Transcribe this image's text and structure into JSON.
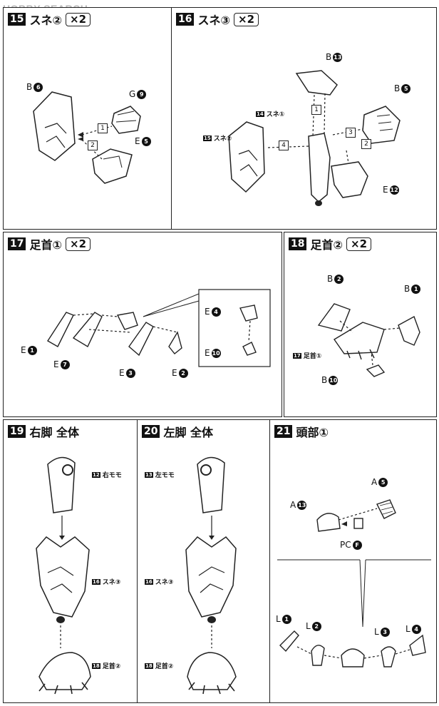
{
  "watermark": "HOBBY SEARCH",
  "panels": {
    "p15": {
      "num": "15",
      "title": "スネ②",
      "qty": "×2",
      "labels": {
        "b6": {
          "letter": "B",
          "num": "6"
        },
        "g9": {
          "letter": "G",
          "num": "9"
        },
        "e5": {
          "letter": "E",
          "num": "5"
        }
      },
      "steps": [
        "1",
        "2"
      ]
    },
    "p16": {
      "num": "16",
      "title": "スネ③",
      "qty": "×2",
      "labels": {
        "b13": {
          "letter": "B",
          "num": "13"
        },
        "b5": {
          "letter": "B",
          "num": "5"
        },
        "e12": {
          "letter": "E",
          "num": "12"
        },
        "ref14": {
          "num": "14",
          "text": "スネ①"
        },
        "ref15": {
          "num": "15",
          "text": "スネ②"
        }
      },
      "steps": [
        "1",
        "2",
        "3",
        "4"
      ]
    },
    "p17": {
      "num": "17",
      "title": "足首①",
      "qty": "×2",
      "labels": {
        "e1": {
          "letter": "E",
          "num": "1"
        },
        "e7": {
          "letter": "E",
          "num": "7"
        },
        "e3": {
          "letter": "E",
          "num": "3"
        },
        "e2": {
          "letter": "E",
          "num": "2"
        },
        "e4": {
          "letter": "E",
          "num": "4"
        },
        "e10": {
          "letter": "E",
          "num": "10"
        }
      }
    },
    "p18": {
      "num": "18",
      "title": "足首②",
      "qty": "×2",
      "labels": {
        "b2": {
          "letter": "B",
          "num": "2"
        },
        "b1": {
          "letter": "B",
          "num": "1"
        },
        "b10": {
          "letter": "B",
          "num": "10"
        },
        "ref17": {
          "num": "17",
          "text": "足首①"
        }
      }
    },
    "p19": {
      "num": "19",
      "title": "右脚 全体",
      "labels": {
        "ref12": {
          "num": "12",
          "text": "右モモ"
        },
        "ref16": {
          "num": "16",
          "text": "スネ③"
        },
        "ref18": {
          "num": "18",
          "text": "足首②"
        }
      }
    },
    "p20": {
      "num": "20",
      "title": "左脚 全体",
      "labels": {
        "ref13": {
          "num": "13",
          "text": "左モモ"
        },
        "ref16": {
          "num": "16",
          "text": "スネ③"
        },
        "ref18": {
          "num": "18",
          "text": "足首②"
        }
      }
    },
    "p21": {
      "num": "21",
      "title": "頭部①",
      "labels": {
        "a5": {
          "letter": "A",
          "num": "5"
        },
        "a13": {
          "letter": "A",
          "num": "13"
        },
        "pcf": {
          "letter": "PC",
          "num": "F"
        },
        "l1": {
          "letter": "L",
          "num": "1"
        },
        "l2": {
          "letter": "L",
          "num": "2"
        },
        "l3": {
          "letter": "L",
          "num": "3"
        },
        "l4": {
          "letter": "L",
          "num": "4"
        }
      }
    }
  }
}
